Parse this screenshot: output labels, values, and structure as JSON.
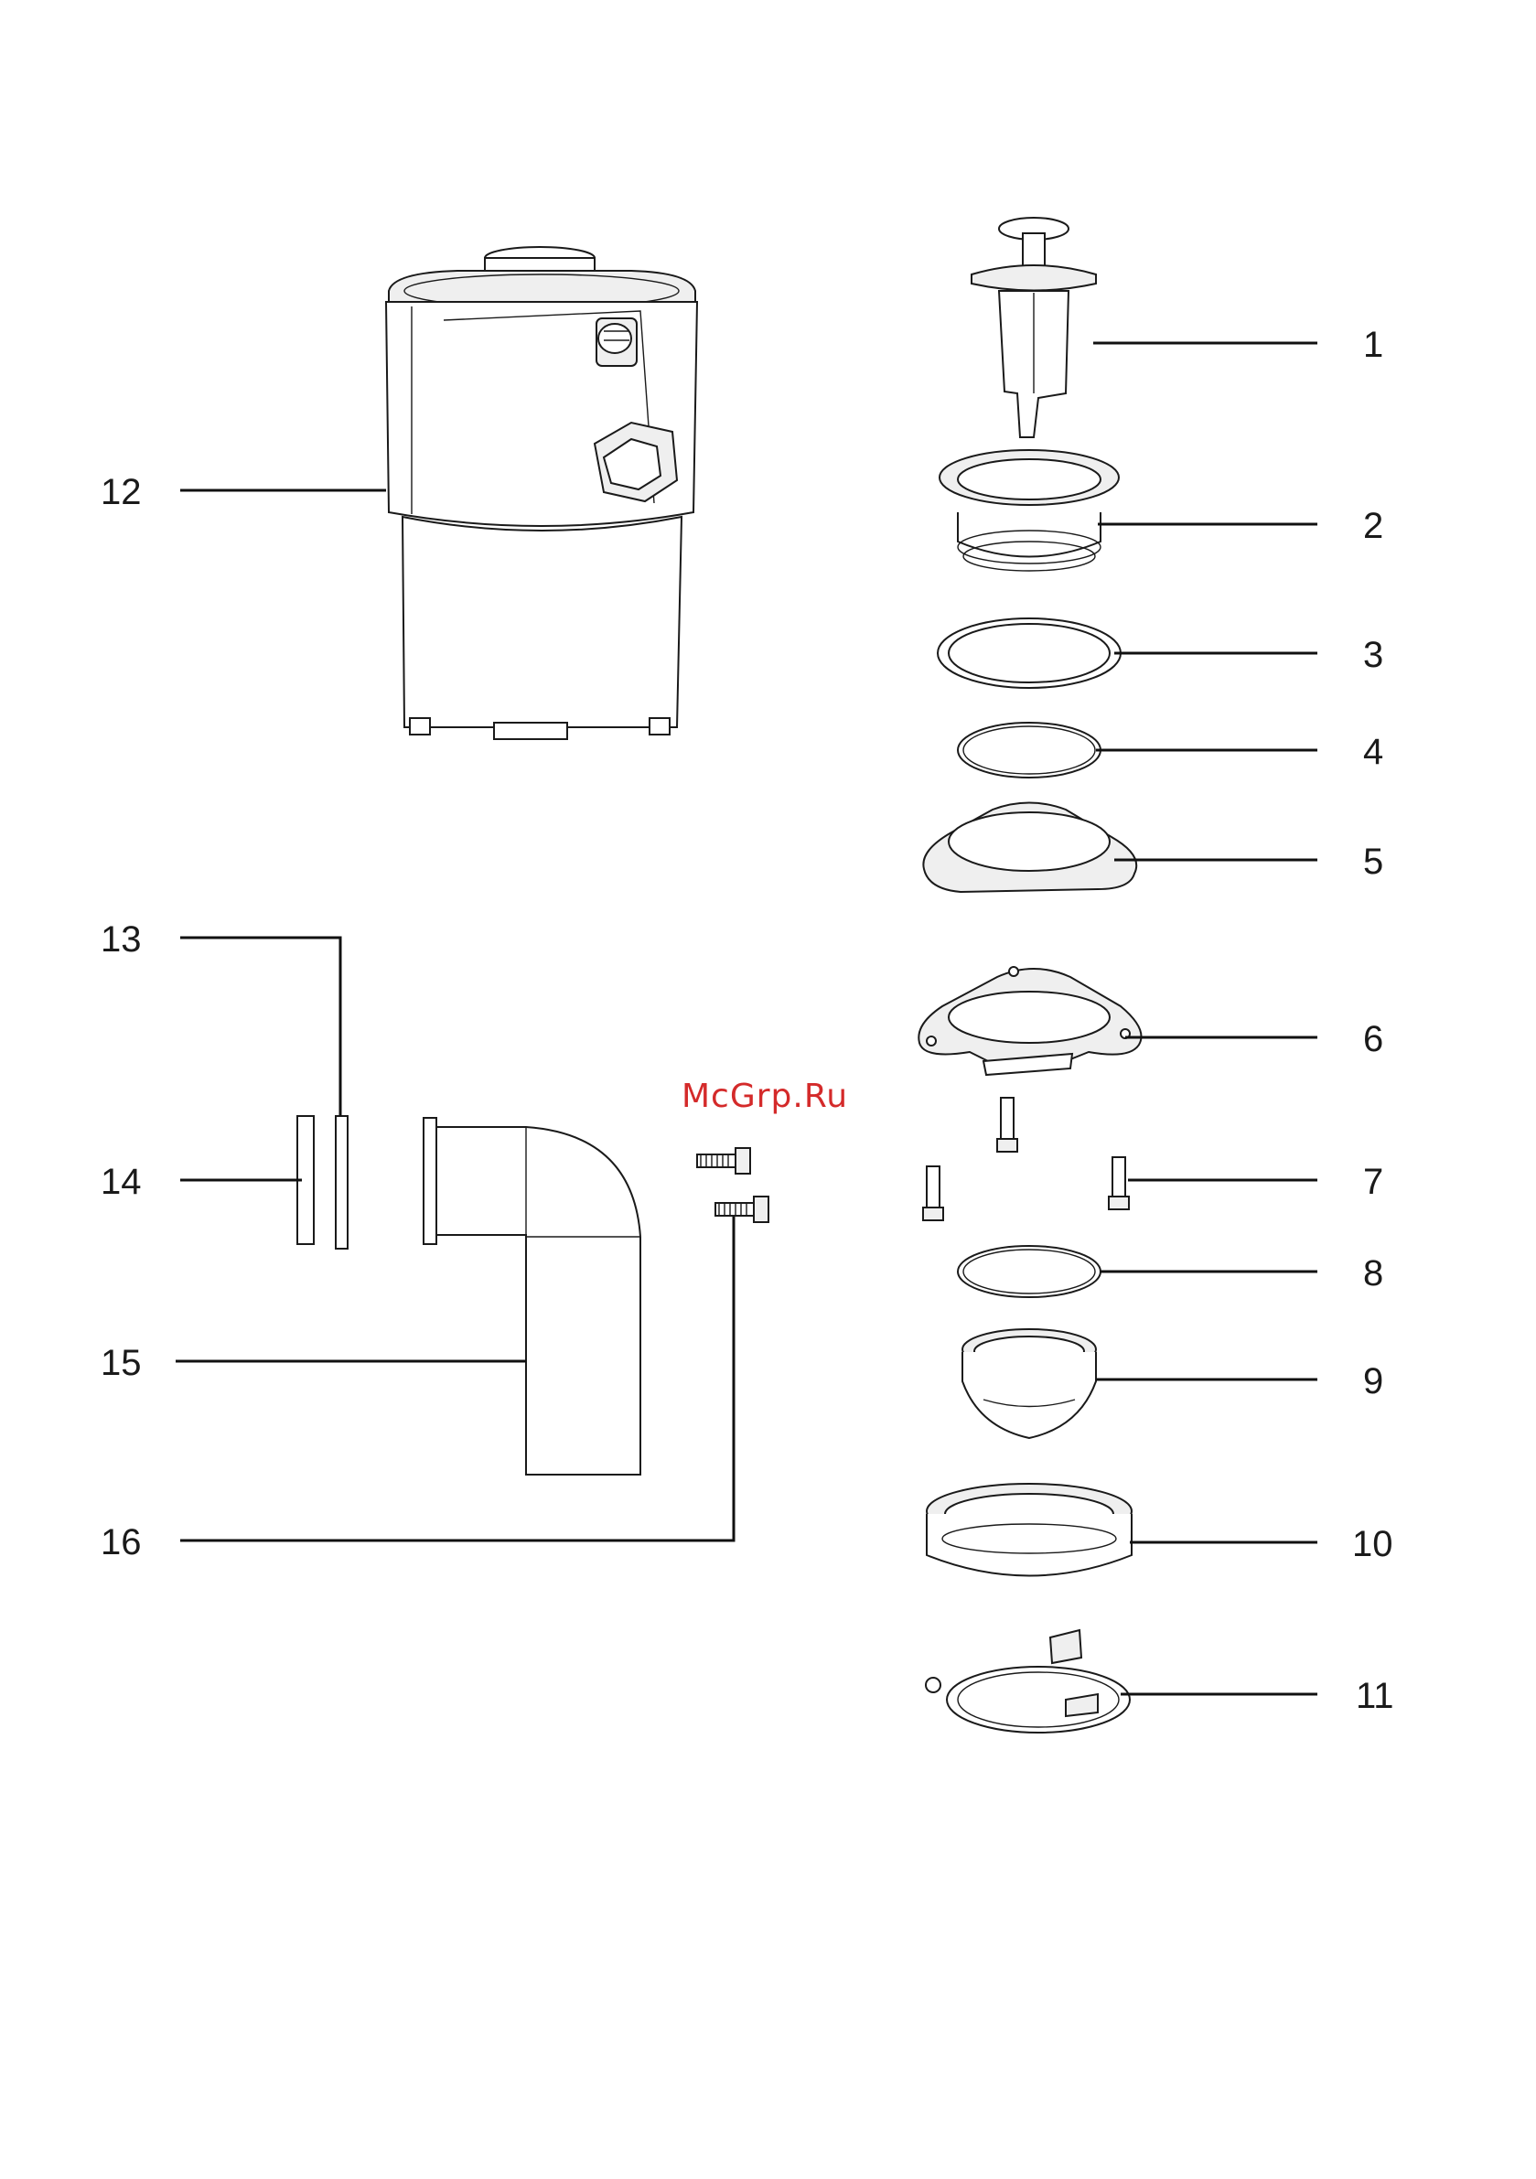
{
  "watermark": "McGrp.Ru",
  "callouts": [
    {
      "id": "1",
      "label": "1"
    },
    {
      "id": "2",
      "label": "2"
    },
    {
      "id": "3",
      "label": "3"
    },
    {
      "id": "4",
      "label": "4"
    },
    {
      "id": "5",
      "label": "5"
    },
    {
      "id": "6",
      "label": "6"
    },
    {
      "id": "7",
      "label": "7"
    },
    {
      "id": "8",
      "label": "8"
    },
    {
      "id": "9",
      "label": "9"
    },
    {
      "id": "10",
      "label": "10"
    },
    {
      "id": "11",
      "label": "11"
    },
    {
      "id": "12",
      "label": "12"
    },
    {
      "id": "13",
      "label": "13"
    },
    {
      "id": "14",
      "label": "14"
    },
    {
      "id": "15",
      "label": "15"
    },
    {
      "id": "16",
      "label": "16"
    }
  ]
}
